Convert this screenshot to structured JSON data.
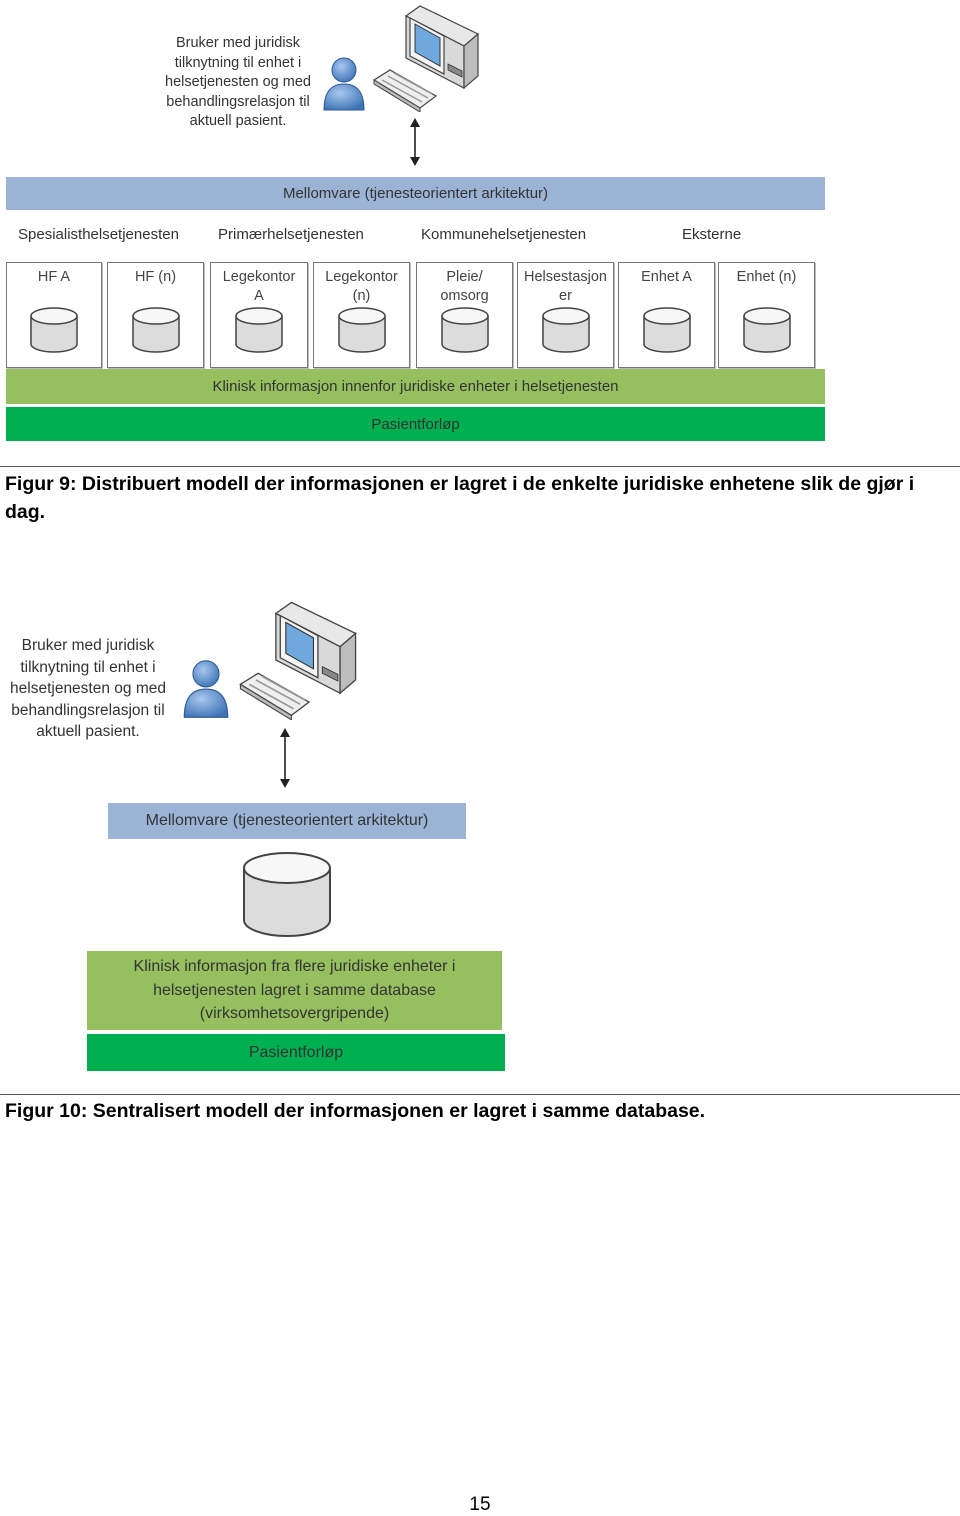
{
  "fig9": {
    "user_text": "Bruker med juridisk\ntilknytning til enhet i\nhelsetjenesten og med\nbehandlingsrelasjon til\naktuell pasient.",
    "middleware": "Mellomvare (tjenesteorientert arkitektur)",
    "sectors": [
      "Spesialisthelsetjenesten",
      "Primærhelsetjenesten",
      "Kommunehelsetjenesten",
      "Eksterne"
    ],
    "units": [
      "HF A",
      "HF (n)",
      "Legekontor\nA",
      "Legekontor\n(n)",
      "Pleie/\nomsorg",
      "Helsestasjon\ner",
      "Enhet A",
      "Enhet (n)"
    ],
    "clinical": "Klinisk informasjon innenfor juridiske enheter i helsetjenesten",
    "patient_flow": "Pasientforløp",
    "caption": "Figur 9: Distribuert modell der informasjonen er lagret i de enkelte juridiske enhetene slik de gjør i dag."
  },
  "fig10": {
    "user_text": "Bruker med juridisk\ntilknytning til enhet i\nhelsetjenesten og med\nbehandlingsrelasjon til\naktuell pasient.",
    "middleware": "Mellomvare (tjenesteorientert arkitektur)",
    "clinical": "Klinisk informasjon fra flere juridiske enheter i\nhelsetjenesten lagret i samme database\n(virksomhetsovergripende)",
    "patient_flow": "Pasientforløp",
    "caption": "Figur 10: Sentralisert modell der informasjonen er lagret i samme database."
  },
  "page_number": "15",
  "colors": {
    "middleware_band": "#9bb4d6",
    "clinical_band": "#96c060",
    "patient_flow_band": "#00b050"
  },
  "icons": [
    "user-icon",
    "computer-icon",
    "database-icon",
    "double-arrow-icon"
  ]
}
